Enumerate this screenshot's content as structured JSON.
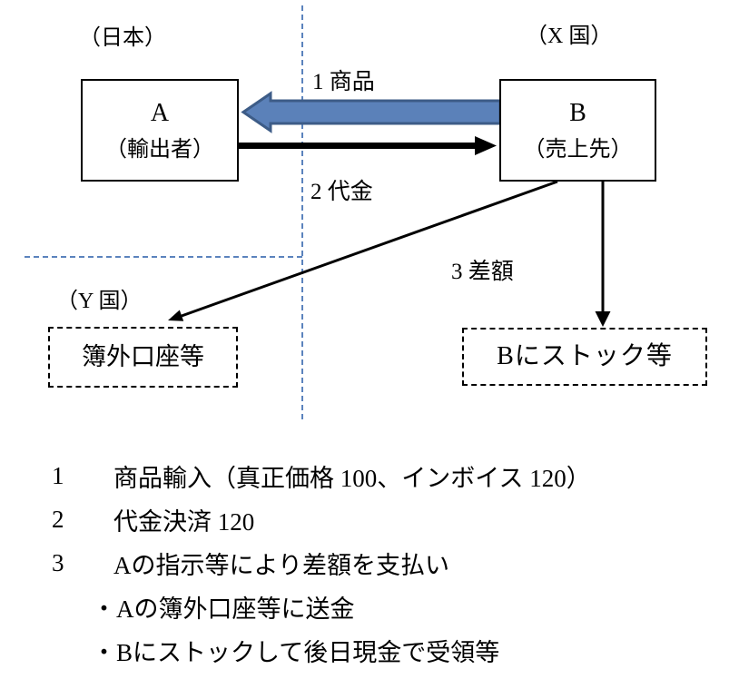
{
  "diagram": {
    "labels": {
      "japan": "（日本）",
      "country_x": "（X 国）",
      "country_y": "（Y 国）",
      "arrow1": "1 商品",
      "arrow2": "2 代金",
      "arrow3": "3 差額"
    },
    "box_a": {
      "name": "A",
      "role": "（輸出者）"
    },
    "box_b": {
      "name": "B",
      "role": "（売上先）"
    },
    "offbook_box_label": "簿外口座等",
    "stock_box_label": "Bにストック等",
    "colors": {
      "goods_arrow_fill": "#5B81B9",
      "goods_arrow_border": "#3D5C87",
      "divider_blue": "#5B83BD",
      "arrow_black": "#000000"
    }
  },
  "notes": [
    {
      "num": "1",
      "text": "商品輸入（真正価格 100、インボイス 120）"
    },
    {
      "num": "2",
      "text": "代金決済 120"
    },
    {
      "num": "3",
      "text": "Aの指示等により差額を支払い"
    }
  ],
  "bullets": [
    {
      "marker": "・",
      "text": "Aの簿外口座等に送金"
    },
    {
      "marker": "・",
      "text": "Bにストックして後日現金で受領等"
    }
  ]
}
